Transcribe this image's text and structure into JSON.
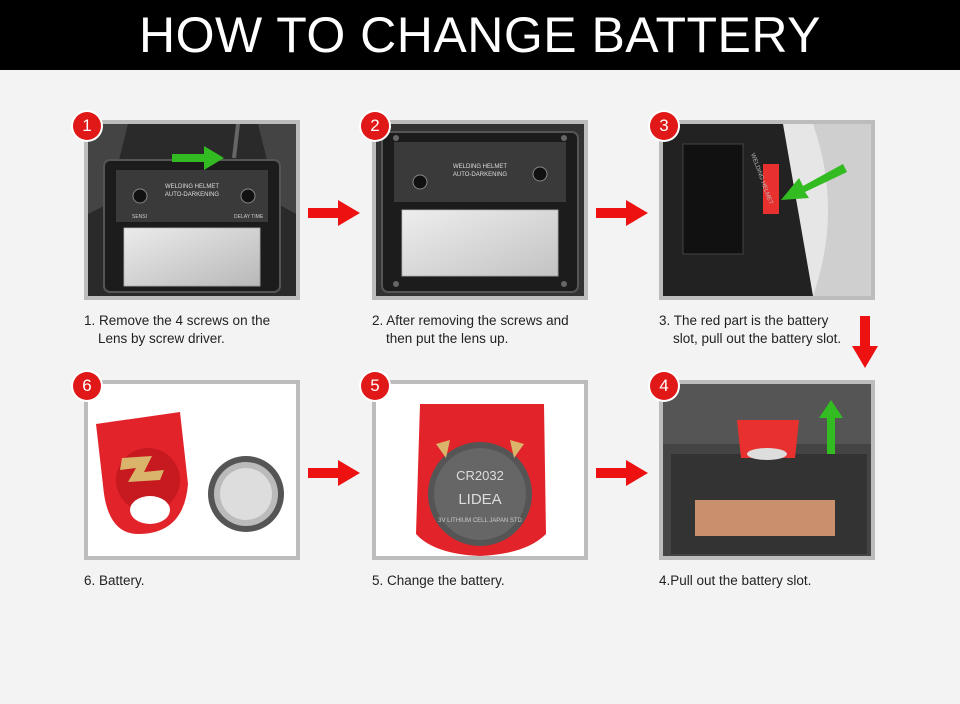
{
  "title": "HOW TO CHANGE BATTERY",
  "steps": [
    {
      "badge": "1",
      "line1": "1. Remove the 4 screws on the",
      "line2": "Lens by screw driver."
    },
    {
      "badge": "2",
      "line1": "2. After removing the screws and",
      "line2": "then put the lens up."
    },
    {
      "badge": "3",
      "line1": "3. The red part is the battery",
      "line2": "slot, pull out the battery slot."
    },
    {
      "badge": "4",
      "line1": "4.Pull out the battery slot."
    },
    {
      "badge": "5",
      "line1": "5. Change the battery."
    },
    {
      "badge": "6",
      "line1": "6. Battery."
    }
  ],
  "panel_text": {
    "lens_line1": "WELDING HELMET",
    "lens_line2": "AUTO-DARKENING",
    "sensi": "SENSI",
    "delay": "DELAY TIME",
    "battery_model": "CR2032",
    "battery_brand": "LIDEA",
    "battery_sub": "3V LITHIUM CELL JAPAN STD"
  },
  "colors": {
    "badge": "#e01818",
    "arrow_red": "#ee1111",
    "arrow_green": "#33bb22",
    "slot_red": "#e8302e"
  }
}
